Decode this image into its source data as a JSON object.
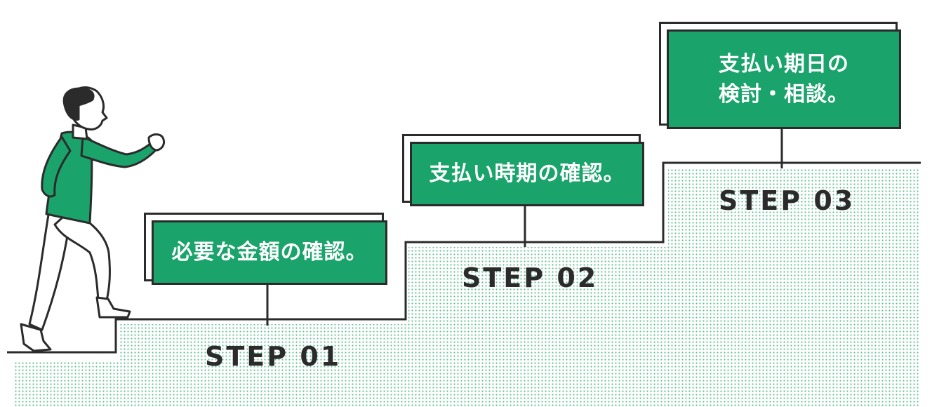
{
  "colors": {
    "accent": "#1aa36b",
    "ink": "#2b2b2b",
    "dots": "#5fbf93"
  },
  "steps": [
    {
      "label": "STEP 01",
      "text": "必要な金額の確認。"
    },
    {
      "label": "STEP 02",
      "text": "支払い時期の確認。"
    },
    {
      "label": "STEP 03",
      "text": "支払い期日の\n検討・相談。"
    }
  ]
}
